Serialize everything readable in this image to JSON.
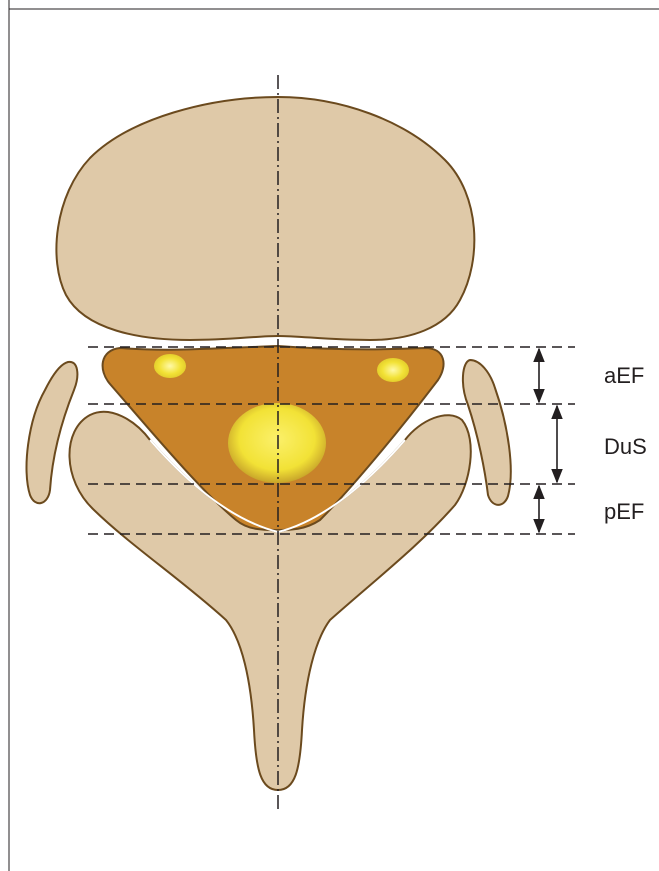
{
  "labels": {
    "aEF": "aEF",
    "DuS": "DuS",
    "pEF": "pEF"
  },
  "colors": {
    "bone_fill": "#dfc9a8",
    "bone_stroke": "#6b4a1e",
    "epidural_fat_fill": "#c8832a",
    "nerve_root_fill": "#f2e23a",
    "dural_sac_fill": "#f5e53c",
    "line": "#231f20"
  }
}
